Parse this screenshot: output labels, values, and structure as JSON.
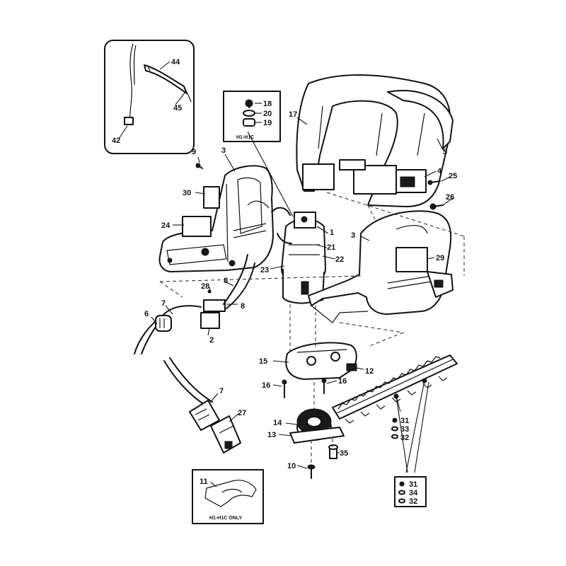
{
  "inset_notes": {
    "motor_kit": "H1-H1C",
    "plate_note": "H1-H1C ONLY"
  },
  "callouts": {
    "c44": "44",
    "c45": "45",
    "c42": "42",
    "c18": "18",
    "c20": "20",
    "c19": "19",
    "c17": "17",
    "c5": "5",
    "c4": "4",
    "c25": "25",
    "c26": "26",
    "c9": "9",
    "c3a": "3",
    "c30": "30",
    "c24": "24",
    "c1": "1",
    "c21": "21",
    "c22": "22",
    "c23": "23",
    "c3b": "3",
    "c29": "29",
    "c28": "28",
    "c8a": "8",
    "c8b": "8",
    "c7a": "7",
    "c6": "6",
    "c2": "2",
    "c15": "15",
    "c12": "12",
    "c16a": "16",
    "c16b": "16",
    "c7b": "7",
    "c27": "27",
    "c14": "14",
    "c13": "13",
    "c35": "35",
    "c10": "10",
    "c31a": "31",
    "c33": "33",
    "c32a": "32",
    "c31b": "31",
    "c34": "34",
    "c32b": "32",
    "c11": "11"
  }
}
